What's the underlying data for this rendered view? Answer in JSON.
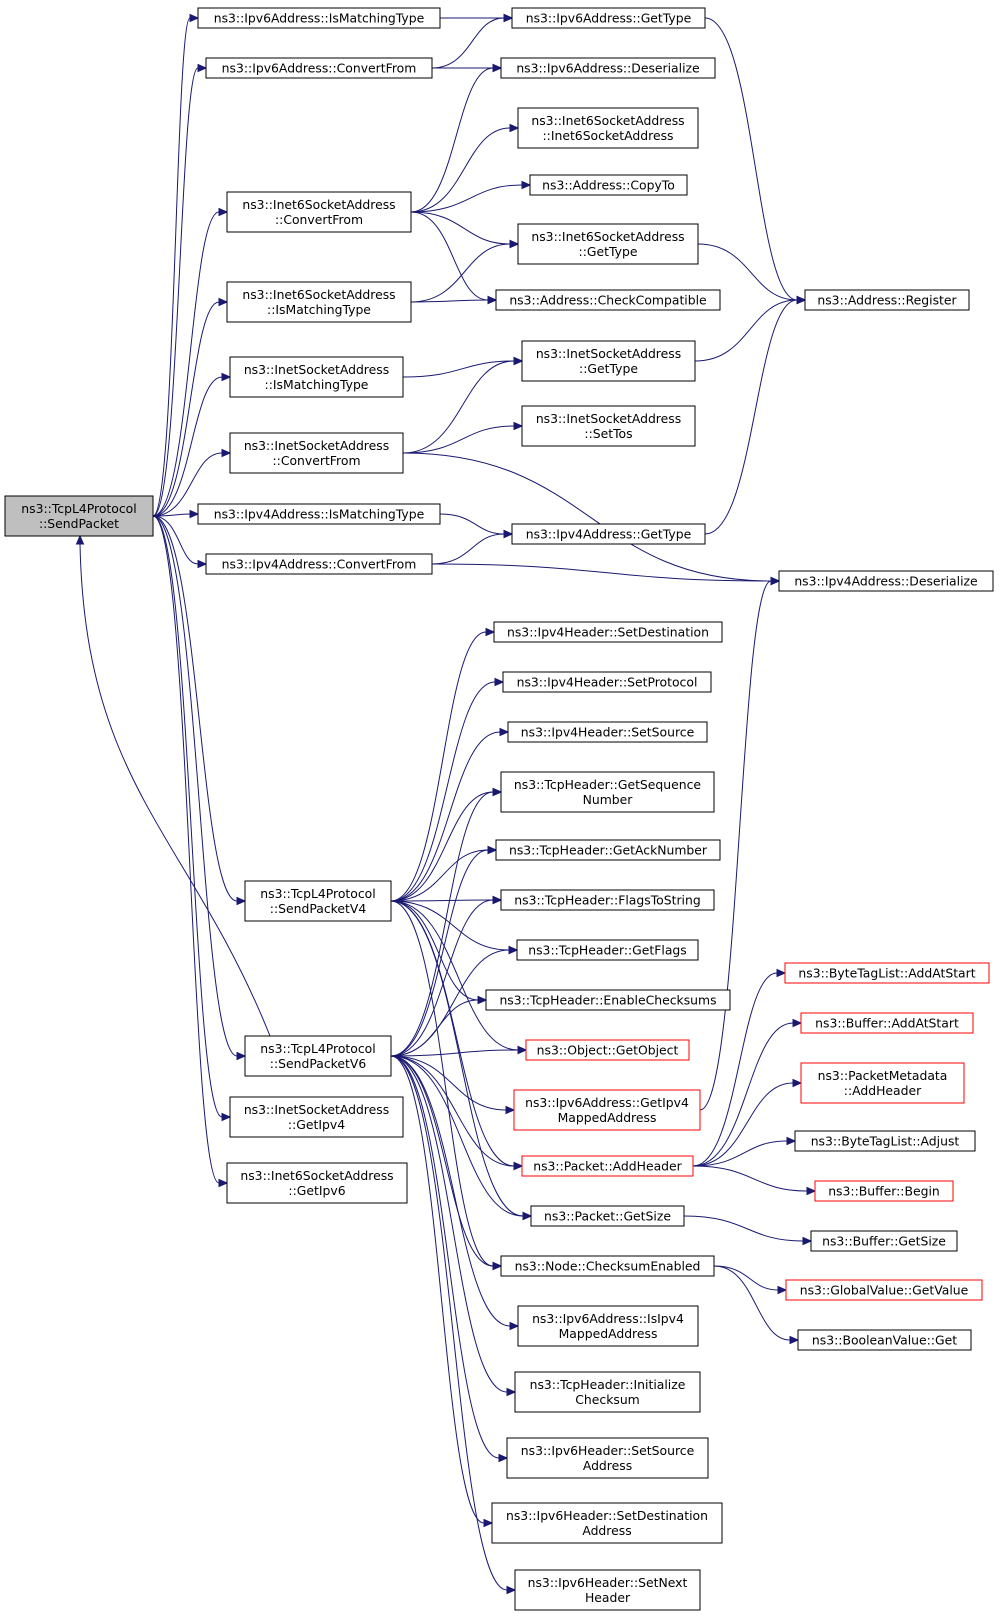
{
  "colors": {
    "edge": "#191970",
    "node_border": "#000000",
    "node_border_external": "#ff0000",
    "focus_fill": "#bfbfbf",
    "node_fill": "#ffffff"
  },
  "nodes": {
    "send_packet": {
      "lines": [
        "ns3::TcpL4Protocol",
        "::SendPacket"
      ],
      "focus": true
    },
    "ipv6addr_is_matching_type": {
      "lines": [
        "ns3::Ipv6Address::IsMatchingType"
      ]
    },
    "ipv6addr_convert_from": {
      "lines": [
        "ns3::Ipv6Address::ConvertFrom"
      ]
    },
    "inet6sock_convert_from": {
      "lines": [
        "ns3::Inet6SocketAddress",
        "::ConvertFrom"
      ]
    },
    "inet6sock_is_matching_type": {
      "lines": [
        "ns3::Inet6SocketAddress",
        "::IsMatchingType"
      ]
    },
    "inetsock_is_matching_type": {
      "lines": [
        "ns3::InetSocketAddress",
        "::IsMatchingType"
      ]
    },
    "inetsock_convert_from": {
      "lines": [
        "ns3::InetSocketAddress",
        "::ConvertFrom"
      ]
    },
    "ipv4addr_is_matching_type": {
      "lines": [
        "ns3::Ipv4Address::IsMatchingType"
      ]
    },
    "ipv4addr_convert_from": {
      "lines": [
        "ns3::Ipv4Address::ConvertFrom"
      ]
    },
    "send_packet_v4": {
      "lines": [
        "ns3::TcpL4Protocol",
        "::SendPacketV4"
      ]
    },
    "send_packet_v6": {
      "lines": [
        "ns3::TcpL4Protocol",
        "::SendPacketV6"
      ]
    },
    "inetsock_get_ipv4": {
      "lines": [
        "ns3::InetSocketAddress",
        "::GetIpv4"
      ]
    },
    "inet6sock_get_ipv6": {
      "lines": [
        "ns3::Inet6SocketAddress",
        "::GetIpv6"
      ]
    },
    "ipv6addr_get_type": {
      "lines": [
        "ns3::Ipv6Address::GetType"
      ]
    },
    "ipv6addr_deserialize": {
      "lines": [
        "ns3::Ipv6Address::Deserialize"
      ]
    },
    "inet6sock_ctor": {
      "lines": [
        "ns3::Inet6SocketAddress",
        "::Inet6SocketAddress"
      ]
    },
    "address_copy_to": {
      "lines": [
        "ns3::Address::CopyTo"
      ]
    },
    "inet6sock_get_type": {
      "lines": [
        "ns3::Inet6SocketAddress",
        "::GetType"
      ]
    },
    "address_check_compatible": {
      "lines": [
        "ns3::Address::CheckCompatible"
      ]
    },
    "inetsock_get_type": {
      "lines": [
        "ns3::InetSocketAddress",
        "::GetType"
      ]
    },
    "inetsock_set_tos": {
      "lines": [
        "ns3::InetSocketAddress",
        "::SetTos"
      ]
    },
    "ipv4addr_get_type": {
      "lines": [
        "ns3::Ipv4Address::GetType"
      ]
    },
    "address_register": {
      "lines": [
        "ns3::Address::Register"
      ]
    },
    "ipv4addr_deserialize": {
      "lines": [
        "ns3::Ipv4Address::Deserialize"
      ]
    },
    "ipv4hdr_set_destination": {
      "lines": [
        "ns3::Ipv4Header::SetDestination"
      ]
    },
    "ipv4hdr_set_protocol": {
      "lines": [
        "ns3::Ipv4Header::SetProtocol"
      ]
    },
    "ipv4hdr_set_source": {
      "lines": [
        "ns3::Ipv4Header::SetSource"
      ]
    },
    "tcphdr_get_sequence_number": {
      "lines": [
        "ns3::TcpHeader::GetSequence",
        "Number"
      ]
    },
    "tcphdr_get_ack_number": {
      "lines": [
        "ns3::TcpHeader::GetAckNumber"
      ]
    },
    "tcphdr_flags_to_string": {
      "lines": [
        "ns3::TcpHeader::FlagsToString"
      ]
    },
    "tcphdr_get_flags": {
      "lines": [
        "ns3::TcpHeader::GetFlags"
      ]
    },
    "tcphdr_enable_checksums": {
      "lines": [
        "ns3::TcpHeader::EnableChecksums"
      ]
    },
    "object_get_object": {
      "lines": [
        "ns3::Object::GetObject"
      ],
      "external": true
    },
    "ipv6addr_get_ipv4_mapped": {
      "lines": [
        "ns3::Ipv6Address::GetIpv4",
        "MappedAddress"
      ],
      "external": true
    },
    "packet_add_header": {
      "lines": [
        "ns3::Packet::AddHeader"
      ],
      "external": true
    },
    "packet_get_size": {
      "lines": [
        "ns3::Packet::GetSize"
      ]
    },
    "node_checksum_enabled": {
      "lines": [
        "ns3::Node::ChecksumEnabled"
      ]
    },
    "ipv6addr_is_ipv4_mapped": {
      "lines": [
        "ns3::Ipv6Address::IsIpv4",
        "MappedAddress"
      ]
    },
    "tcphdr_initialize_checksum": {
      "lines": [
        "ns3::TcpHeader::Initialize",
        "Checksum"
      ]
    },
    "ipv6hdr_set_source_address": {
      "lines": [
        "ns3::Ipv6Header::SetSource",
        "Address"
      ]
    },
    "ipv6hdr_set_destination_address": {
      "lines": [
        "ns3::Ipv6Header::SetDestination",
        "Address"
      ]
    },
    "ipv6hdr_set_next_header": {
      "lines": [
        "ns3::Ipv6Header::SetNext",
        "Header"
      ]
    },
    "bytetaglist_add_at_start": {
      "lines": [
        "ns3::ByteTagList::AddAtStart"
      ],
      "external": true
    },
    "buffer_add_at_start": {
      "lines": [
        "ns3::Buffer::AddAtStart"
      ],
      "external": true
    },
    "packetmetadata_add_header": {
      "lines": [
        "ns3::PacketMetadata",
        "::AddHeader"
      ],
      "external": true
    },
    "bytetaglist_adjust": {
      "lines": [
        "ns3::ByteTagList::Adjust"
      ]
    },
    "buffer_begin": {
      "lines": [
        "ns3::Buffer::Begin"
      ],
      "external": true
    },
    "buffer_get_size": {
      "lines": [
        "ns3::Buffer::GetSize"
      ]
    },
    "globalvalue_get_value": {
      "lines": [
        "ns3::GlobalValue::GetValue"
      ],
      "external": true
    },
    "booleanvalue_get": {
      "lines": [
        "ns3::BooleanValue::Get"
      ]
    }
  },
  "edges": [
    [
      "send_packet",
      "ipv6addr_is_matching_type"
    ],
    [
      "send_packet",
      "ipv6addr_convert_from"
    ],
    [
      "send_packet",
      "inet6sock_convert_from"
    ],
    [
      "send_packet",
      "inet6sock_is_matching_type"
    ],
    [
      "send_packet",
      "inetsock_is_matching_type"
    ],
    [
      "send_packet",
      "inetsock_convert_from"
    ],
    [
      "send_packet",
      "ipv4addr_is_matching_type"
    ],
    [
      "send_packet",
      "ipv4addr_convert_from"
    ],
    [
      "send_packet",
      "send_packet_v4"
    ],
    [
      "send_packet",
      "send_packet_v6"
    ],
    [
      "send_packet",
      "inetsock_get_ipv4"
    ],
    [
      "send_packet",
      "inet6sock_get_ipv6"
    ],
    [
      "ipv6addr_is_matching_type",
      "ipv6addr_get_type"
    ],
    [
      "ipv6addr_convert_from",
      "ipv6addr_get_type"
    ],
    [
      "ipv6addr_convert_from",
      "ipv6addr_deserialize"
    ],
    [
      "ipv6addr_get_type",
      "address_register"
    ],
    [
      "inet6sock_convert_from",
      "ipv6addr_deserialize"
    ],
    [
      "inet6sock_convert_from",
      "inet6sock_ctor"
    ],
    [
      "inet6sock_convert_from",
      "address_copy_to"
    ],
    [
      "inet6sock_convert_from",
      "inet6sock_get_type"
    ],
    [
      "inet6sock_convert_from",
      "address_check_compatible"
    ],
    [
      "inet6sock_is_matching_type",
      "inet6sock_get_type"
    ],
    [
      "inet6sock_is_matching_type",
      "address_check_compatible"
    ],
    [
      "inet6sock_get_type",
      "address_register"
    ],
    [
      "inetsock_is_matching_type",
      "inetsock_get_type"
    ],
    [
      "inetsock_convert_from",
      "inetsock_get_type"
    ],
    [
      "inetsock_convert_from",
      "inetsock_set_tos"
    ],
    [
      "inetsock_convert_from",
      "ipv4addr_deserialize"
    ],
    [
      "inetsock_get_type",
      "address_register"
    ],
    [
      "ipv4addr_is_matching_type",
      "ipv4addr_get_type"
    ],
    [
      "ipv4addr_convert_from",
      "ipv4addr_get_type"
    ],
    [
      "ipv4addr_convert_from",
      "ipv4addr_deserialize"
    ],
    [
      "ipv4addr_get_type",
      "address_register"
    ],
    [
      "send_packet_v4",
      "ipv4hdr_set_destination"
    ],
    [
      "send_packet_v4",
      "ipv4hdr_set_protocol"
    ],
    [
      "send_packet_v4",
      "ipv4hdr_set_source"
    ],
    [
      "send_packet_v4",
      "tcphdr_get_sequence_number"
    ],
    [
      "send_packet_v4",
      "tcphdr_get_ack_number"
    ],
    [
      "send_packet_v4",
      "tcphdr_flags_to_string"
    ],
    [
      "send_packet_v4",
      "tcphdr_get_flags"
    ],
    [
      "send_packet_v4",
      "tcphdr_enable_checksums"
    ],
    [
      "send_packet_v4",
      "object_get_object"
    ],
    [
      "send_packet_v4",
      "packet_add_header"
    ],
    [
      "send_packet_v4",
      "packet_get_size"
    ],
    [
      "send_packet_v4",
      "node_checksum_enabled"
    ],
    [
      "send_packet_v6",
      "tcphdr_get_sequence_number"
    ],
    [
      "send_packet_v6",
      "tcphdr_get_ack_number"
    ],
    [
      "send_packet_v6",
      "tcphdr_flags_to_string"
    ],
    [
      "send_packet_v6",
      "tcphdr_get_flags"
    ],
    [
      "send_packet_v6",
      "tcphdr_enable_checksums"
    ],
    [
      "send_packet_v6",
      "object_get_object"
    ],
    [
      "send_packet_v6",
      "ipv6addr_get_ipv4_mapped"
    ],
    [
      "send_packet_v6",
      "packet_add_header"
    ],
    [
      "send_packet_v6",
      "packet_get_size"
    ],
    [
      "send_packet_v6",
      "node_checksum_enabled"
    ],
    [
      "send_packet_v6",
      "ipv6addr_is_ipv4_mapped"
    ],
    [
      "send_packet_v6",
      "tcphdr_initialize_checksum"
    ],
    [
      "send_packet_v6",
      "ipv6hdr_set_source_address"
    ],
    [
      "send_packet_v6",
      "ipv6hdr_set_destination_address"
    ],
    [
      "send_packet_v6",
      "ipv6hdr_set_next_header"
    ],
    [
      "send_packet_v6",
      "send_packet"
    ],
    [
      "ipv6addr_get_ipv4_mapped",
      "ipv4addr_deserialize"
    ],
    [
      "packet_add_header",
      "bytetaglist_add_at_start"
    ],
    [
      "packet_add_header",
      "buffer_add_at_start"
    ],
    [
      "packet_add_header",
      "packetmetadata_add_header"
    ],
    [
      "packet_add_header",
      "bytetaglist_adjust"
    ],
    [
      "packet_add_header",
      "buffer_begin"
    ],
    [
      "packet_get_size",
      "buffer_get_size"
    ],
    [
      "node_checksum_enabled",
      "globalvalue_get_value"
    ],
    [
      "node_checksum_enabled",
      "booleanvalue_get"
    ]
  ]
}
